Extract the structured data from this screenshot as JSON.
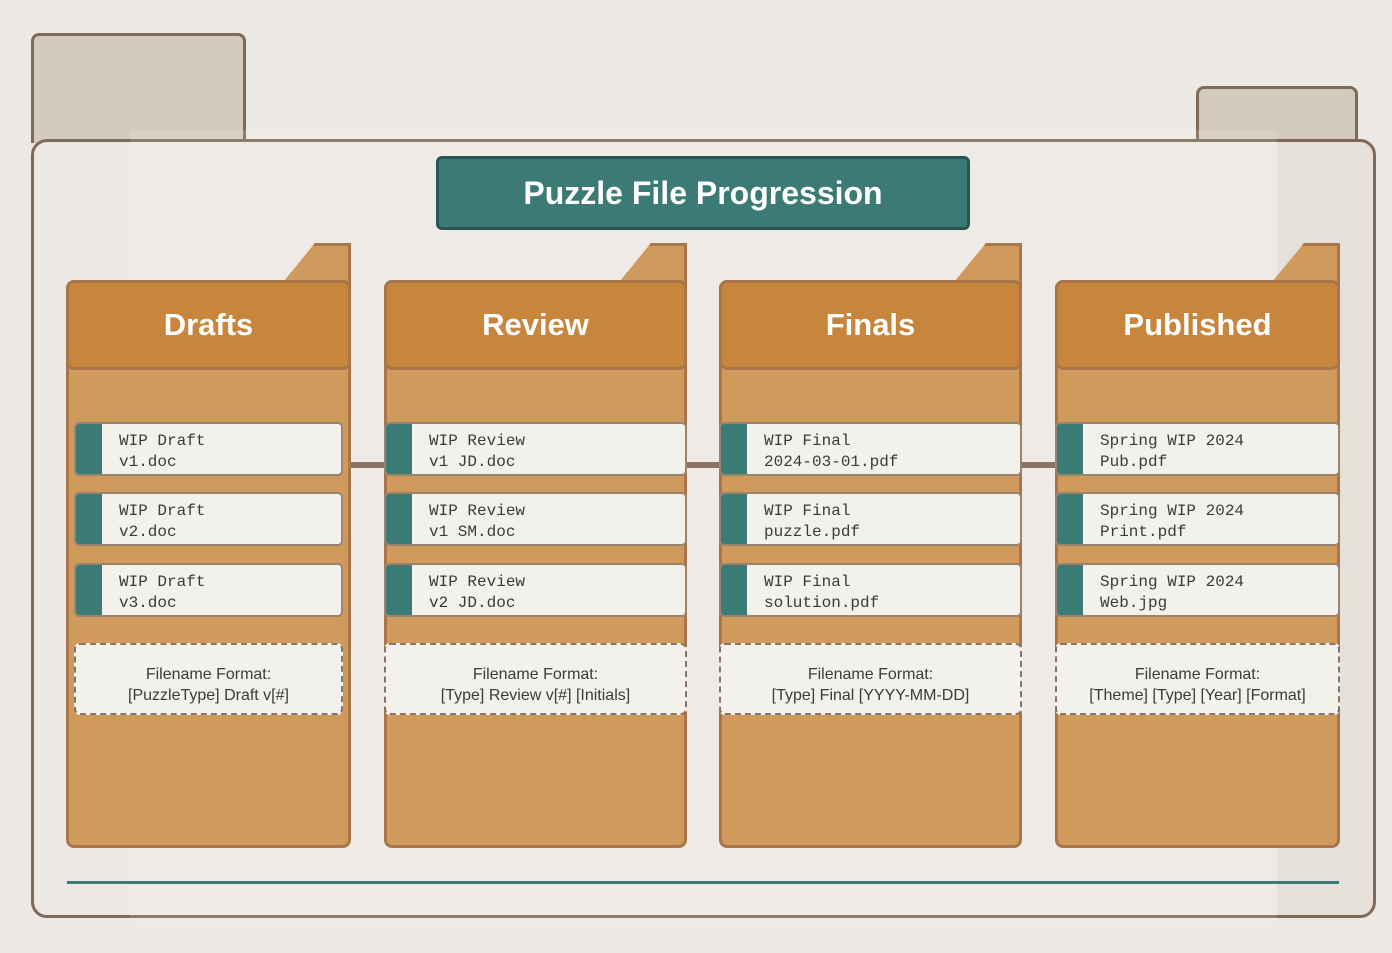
{
  "title": "Puzzle File Progression",
  "colors": {
    "page_bg": "#ece8e3",
    "folder_border": "#7e6a58",
    "teal": "#3c7a76",
    "column_body": "#d09a5c",
    "column_header": "#c8853c",
    "card_bg": "#f3f1ec",
    "connector": "#8a7463"
  },
  "columns": [
    {
      "header": "Drafts",
      "files": [
        {
          "name": "WIP Draft\nv1.doc"
        },
        {
          "name": "WIP Draft\nv2.doc"
        },
        {
          "name": "WIP Draft\nv3.doc"
        }
      ],
      "format_label": "Filename Format:",
      "format_pattern": "[PuzzleType] Draft v[#]"
    },
    {
      "header": "Review",
      "files": [
        {
          "name": "WIP Review\nv1 JD.doc"
        },
        {
          "name": "WIP Review\nv1 SM.doc"
        },
        {
          "name": "WIP Review\nv2 JD.doc"
        }
      ],
      "format_label": "Filename Format:",
      "format_pattern": "[Type] Review v[#] [Initials]"
    },
    {
      "header": "Finals",
      "files": [
        {
          "name": "WIP Final\n2024-03-01.pdf"
        },
        {
          "name": "WIP Final\npuzzle.pdf"
        },
        {
          "name": "WIP Final\nsolution.pdf"
        }
      ],
      "format_label": "Filename Format:",
      "format_pattern": "[Type] Final [YYYY-MM-DD]"
    },
    {
      "header": "Published",
      "files": [
        {
          "name": "Spring WIP 2024\nPub.pdf"
        },
        {
          "name": "Spring WIP 2024\nPrint.pdf"
        },
        {
          "name": "Spring WIP 2024\nWeb.jpg"
        }
      ],
      "format_label": "Filename Format:",
      "format_pattern": "[Theme] [Type] [Year] [Format]"
    }
  ]
}
